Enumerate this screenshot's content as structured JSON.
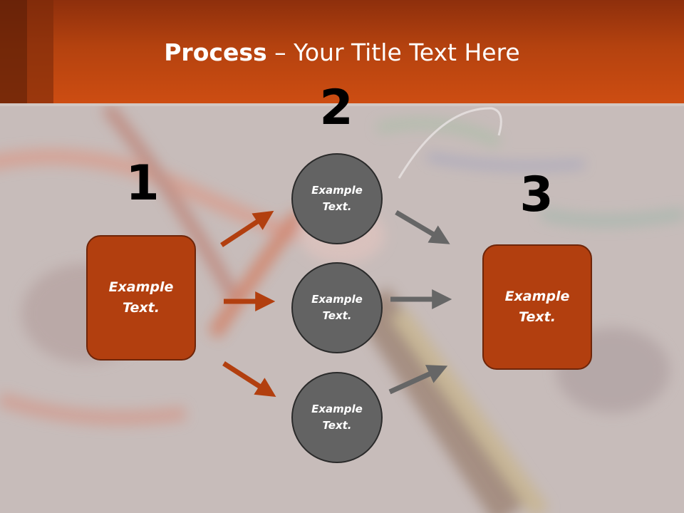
{
  "title": {
    "bold": "Process",
    "rest": " – Your Title Text Here"
  },
  "steps": {
    "one": "1",
    "two": "2",
    "three": "3"
  },
  "boxes": {
    "left": [
      "Example",
      "Text."
    ],
    "right": [
      "Example",
      "Text."
    ]
  },
  "circles": {
    "top": [
      "Example",
      "Text."
    ],
    "middle": [
      "Example",
      "Text."
    ],
    "bottom": [
      "Example",
      "Text."
    ]
  },
  "colors": {
    "header": "#c4480f",
    "box_fill": "#b23f0f",
    "circle_fill": "#636363",
    "arrow_orange": "#b23f0f",
    "arrow_gray": "#666666"
  }
}
